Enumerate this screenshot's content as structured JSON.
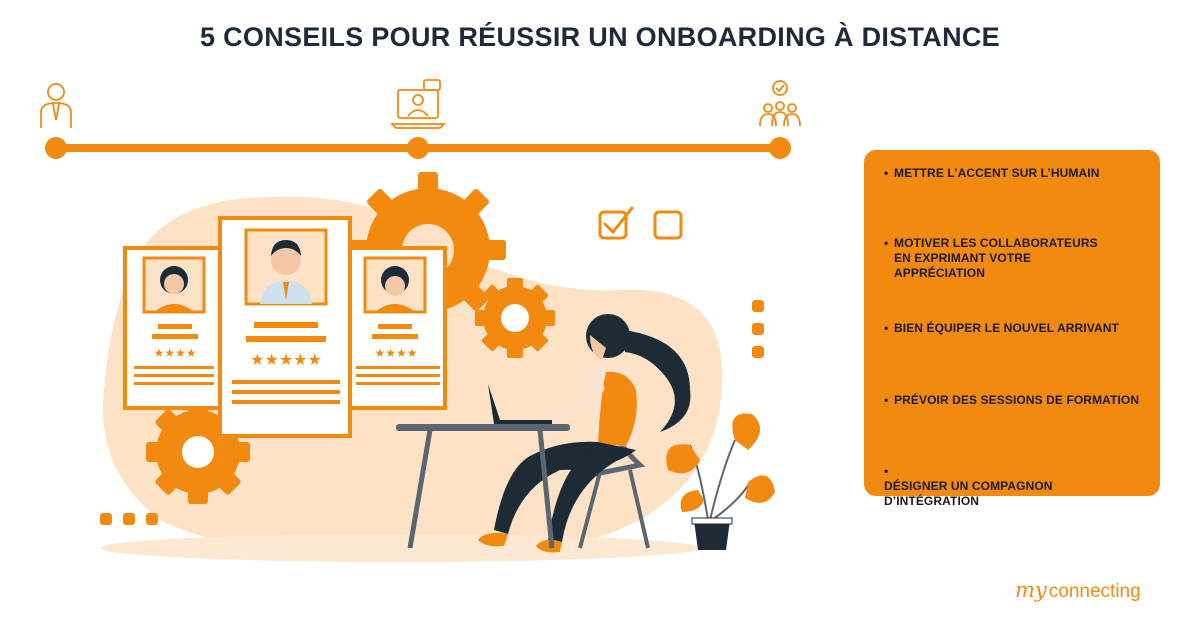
{
  "title": "5 CONSEILS POUR RÉUSSIR UN ONBOARDING À DISTANCE",
  "timeline": {
    "icons": [
      "employee-icon",
      "video-call-icon",
      "team-check-icon"
    ]
  },
  "tips": [
    {
      "bullet": "•",
      "text": "METTRE L’ACCENT SUR L’HUMAIN"
    },
    {
      "bullet": "•",
      "text": "MOTIVER LES COLLABORATEURS EN EXPRIMANT VOTRE APPRÉCIATION"
    },
    {
      "bullet": "•",
      "text": "BIEN ÉQUIPER LE NOUVEL ARRIVANT"
    },
    {
      "bullet": "•",
      "text": "PRÉVOIR DES SESSIONS DE FORMATION"
    },
    {
      "bullet": "•",
      "text": "DÉSIGNER UN COMPAGNON D’INTÉGRATION"
    }
  ],
  "brand": {
    "prefix": "my",
    "name": "connecting"
  },
  "colors": {
    "accent": "#f28a10",
    "blob": "#fde2c6",
    "text": "#1f2937",
    "dark": "#1d2b36"
  }
}
